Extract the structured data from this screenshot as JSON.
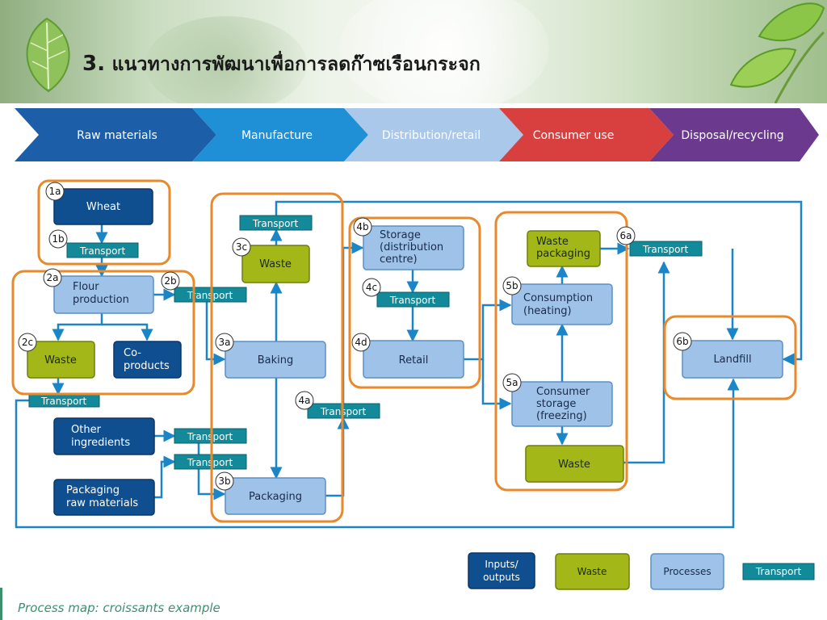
{
  "title_number": "3.",
  "title_text": "แนวทางการพัฒนาเพื่อการลดก๊าซเรือนกระจก",
  "footer": "Process map: croissants example",
  "stages": [
    {
      "label": "Raw materials",
      "color": "#1d5ea8"
    },
    {
      "label": "Manufacture",
      "color": "#1f8fd6"
    },
    {
      "label": "Distribution/retail",
      "color": "#a9c8ea"
    },
    {
      "label": "Consumer use",
      "color": "#d8403f"
    },
    {
      "label": "Disposal/recycling",
      "color": "#6b3a8f"
    }
  ],
  "colors": {
    "input": "#0f4f8f",
    "waste": "#a3b818",
    "process": "#9fc3e8",
    "transport": "#138a9a",
    "arrow": "#1a86c8",
    "group": "#e8892b"
  },
  "tags": {
    "t1a": "1a",
    "t1b": "1b",
    "t2a": "2a",
    "t2b": "2b",
    "t2c": "2c",
    "t3a": "3a",
    "t3b": "3b",
    "t3c": "3c",
    "t4a": "4a",
    "t4b": "4b",
    "t4c": "4c",
    "t4d": "4d",
    "t5a": "5a",
    "t5b": "5b",
    "t6a": "6a",
    "t6b": "6b"
  },
  "nodes": {
    "wheat": "Wheat",
    "flour_l1": "Flour",
    "flour_l2": "production",
    "waste_2c": "Waste",
    "coprod_l1": "Co-",
    "coprod_l2": "products",
    "other_l1": "Other",
    "other_l2": "ingredients",
    "pack_raw_l1": "Packaging",
    "pack_raw_l2": "raw materials",
    "waste_3c": "Waste",
    "baking": "Baking",
    "packaging": "Packaging",
    "storage_l1": "Storage",
    "storage_l2": "(distribution",
    "storage_l3": "centre)",
    "retail": "Retail",
    "wpack_l1": "Waste",
    "wpack_l2": "packaging",
    "consumption_l1": "Consumption",
    "consumption_l2": "(heating)",
    "cstorage_l1": "Consumer",
    "cstorage_l2": "storage",
    "cstorage_l3": "(freezing)",
    "waste_5": "Waste",
    "landfill": "Landfill"
  },
  "transport_label": "Transport",
  "legend": {
    "inputs_l1": "Inputs/",
    "inputs_l2": "outputs",
    "waste": "Waste",
    "processes": "Processes",
    "transport": "Transport"
  }
}
